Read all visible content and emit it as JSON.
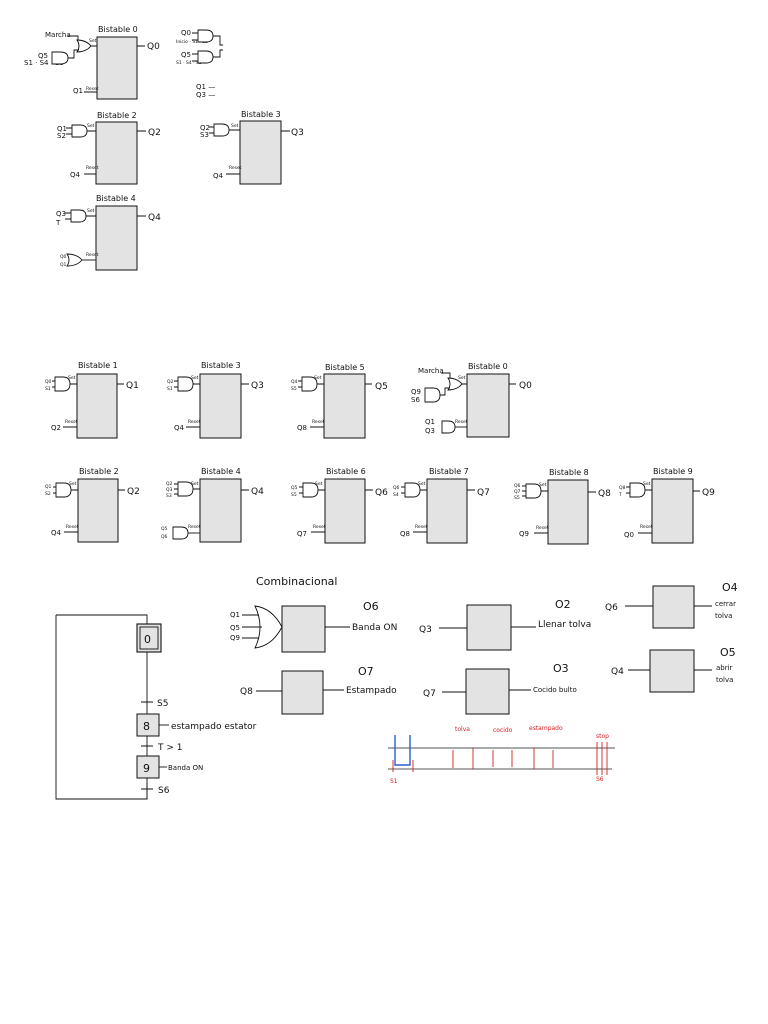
{
  "colors": {
    "box_fill": "#e3e3e3",
    "line": "#111111",
    "annotation_red": "#d42020",
    "annotation_blue": "#2a5fd4"
  },
  "set_label": "Set",
  "reset_label": "Reset",
  "top_group": {
    "bistable0": {
      "title": "Bistable 0",
      "march": "Marcha",
      "in2": "Q5",
      "in3": "S1 · S4 · S5",
      "reset_in": "Q1",
      "out": "Q0"
    },
    "side_gates": {
      "g1_a": "Q0",
      "g1_b": "Inicio · S1 · S5",
      "g2_a": "Q5",
      "g2_b": "S1 · S4 · S5",
      "q1": "Q1 —",
      "q3": "Q3 —"
    },
    "bistable2": {
      "title": "Bistable 2",
      "in1": "Q1",
      "in2": "S2",
      "reset_in": "Q4",
      "out": "Q2"
    },
    "bistable3": {
      "title": "Bistable 3",
      "in1": "Q2",
      "in2": "S3",
      "reset_in": "Q4",
      "out": "Q3"
    },
    "bistable4": {
      "title": "Bistable 4",
      "in1": "Q3",
      "in2": "T",
      "reset_a": "Q0",
      "reset_b": "Q1",
      "out": "Q4"
    }
  },
  "row1": [
    {
      "title": "Bistable 1",
      "set_a": "Q0",
      "set_b": "S1",
      "reset_in": "Q2",
      "out": "Q1"
    },
    {
      "title": "Bistable 3",
      "set_a": "Q2",
      "set_b": "S1",
      "reset_in": "Q4",
      "out": "Q3"
    },
    {
      "title": "Bistable 5",
      "set_a": "Q4",
      "set_b": "S5",
      "reset_in": "Q8",
      "out": "Q5"
    },
    {
      "title": "Bistable 0",
      "march": "Marcha",
      "set_a": "Q9",
      "set_b": "S6",
      "reset_a": "Q1",
      "reset_b": "Q3",
      "out": "Q0"
    }
  ],
  "row2": [
    {
      "title": "Bistable 2",
      "set_a": "Q1",
      "set_b": "S2",
      "reset_in": "Q4",
      "out": "Q2"
    },
    {
      "title": "Bistable 4",
      "set_a": "Q2",
      "set_b": "Q3",
      "set_c": "S3",
      "reset_a": "Q5",
      "reset_b": "Q6",
      "out": "Q4"
    },
    {
      "title": "Bistable 6",
      "set_a": "Q5",
      "set_b": "S5",
      "reset_in": "Q7",
      "out": "Q6"
    },
    {
      "title": "Bistable 7",
      "set_a": "Q6",
      "set_b": "S4",
      "reset_in": "Q8",
      "out": "Q7"
    },
    {
      "title": "Bistable 8",
      "set_a": "Q6",
      "set_b": "Q7",
      "set_c": "S5",
      "reset_in": "Q9",
      "out": "Q8"
    },
    {
      "title": "Bistable 9",
      "set_a": "Q8",
      "set_b": "T",
      "reset_in": "Q0",
      "out": "Q9"
    }
  ],
  "grafcet": {
    "step0": "0",
    "t_s5": "S5",
    "step8": "8",
    "step8_action": "estampado estator",
    "t_time": "T > 1",
    "step9": "9",
    "step9_action": "Banda ON",
    "t_s6": "S6"
  },
  "combinational": {
    "title": "Combinacional",
    "or_a": "Q1",
    "or_b": "Q5",
    "or_c": "Q9",
    "o6_out": "O6",
    "o6_action": "Banda ON",
    "o7_in": "Q8",
    "o7_out": "O7",
    "o7_action": "Estampado",
    "o2_in": "Q3",
    "o2_out": "O2",
    "o2_action": "Llenar tolva",
    "o3_in": "Q7",
    "o3_out": "O3",
    "o3_action": "Cocido bulto",
    "o4_in": "Q6",
    "o4_out": "O4",
    "o4_action_1": "cerrar",
    "o4_action_2": "tolva",
    "o5_in": "Q4",
    "o5_out": "O5",
    "o5_action_1": "abrir",
    "o5_action_2": "tolva"
  },
  "conveyor": {
    "tolva": "tolva",
    "cocido": "cocido",
    "estampado": "estampado",
    "stop": "stop",
    "s1": "S1",
    "s6": "S6"
  }
}
